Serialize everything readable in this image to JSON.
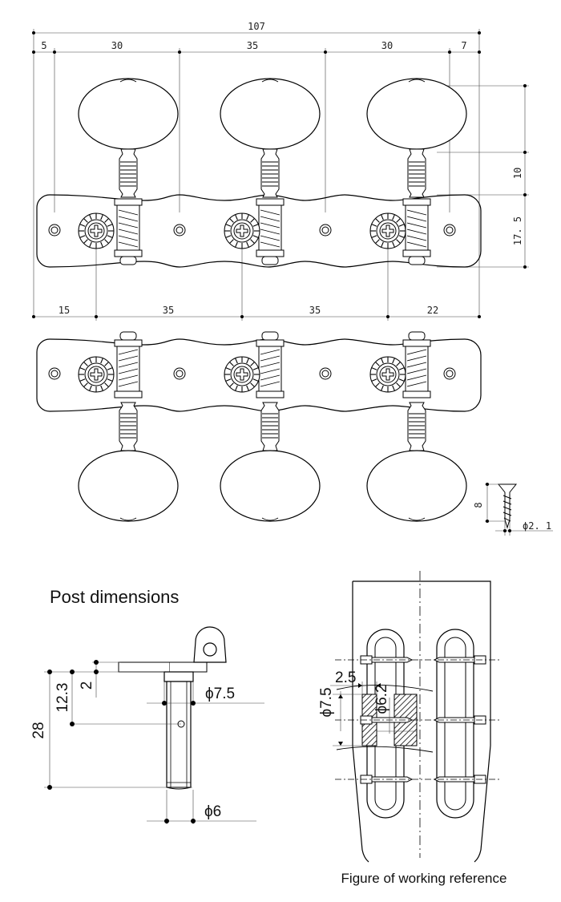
{
  "top_view": {
    "overall_width": "107",
    "top_dims": [
      "5",
      "30",
      "35",
      "30",
      "7"
    ],
    "bottom_dims": [
      "15",
      "35",
      "35",
      "22"
    ],
    "right_dims": [
      "10",
      "17. 5"
    ]
  },
  "screw": {
    "length": "8",
    "diameter": "ϕ2. 1"
  },
  "post": {
    "title": "Post dimensions",
    "dim_total": "28",
    "dim_mid": "12.3",
    "dim_small": "2",
    "dia_top": "ϕ7.5",
    "dia_bottom": "ϕ6"
  },
  "working": {
    "dim_edge": "2.5",
    "dia_outer": "ϕ7.5",
    "dia_inner": "ϕ6.2",
    "caption": "Figure of working reference"
  }
}
